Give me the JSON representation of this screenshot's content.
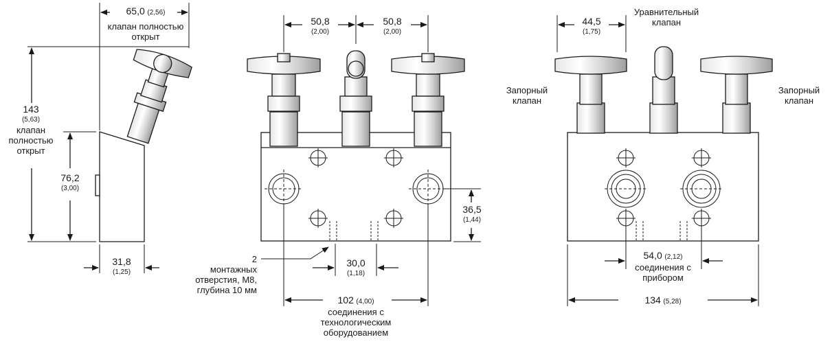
{
  "side_view": {
    "width_open": {
      "value": "65,0",
      "inch": "(2,56)",
      "note_line1": "клапан полностью",
      "note_line2": "открыт"
    },
    "height_open": {
      "value": "143",
      "inch": "(5,63)",
      "note_line1": "клапан",
      "note_line2": "полностью",
      "note_line3": "открыт"
    },
    "body_height": {
      "value": "76,2",
      "inch": "(3,00)"
    },
    "depth": {
      "value": "31,8",
      "inch": "(1,25)"
    }
  },
  "front_view": {
    "spacing_left": {
      "value": "50,8",
      "inch": "(2,00)"
    },
    "spacing_right": {
      "value": "50,8",
      "inch": "(2,00)"
    },
    "port_height": {
      "value": "36,5",
      "inch": "(1,44)"
    },
    "hole_spacing": {
      "value": "30,0",
      "inch": "(1,18)"
    },
    "mounting_note": {
      "line1": "2",
      "line2": "монтажных",
      "line3": "отверстия, М8,",
      "line4": "глубина 10 мм"
    },
    "process_conn": {
      "value": "102",
      "inch": "(4,00)",
      "line1": "соединения с",
      "line2": "технологическим",
      "line3": "оборудованием"
    }
  },
  "back_view": {
    "valve_spacing": {
      "value": "44,5",
      "inch": "(1,75)"
    },
    "equalizing_valve": {
      "line1": "Уравнительный",
      "line2": "клапан"
    },
    "block_valve_left": {
      "line1": "Запорный",
      "line2": "клапан"
    },
    "block_valve_right": {
      "line1": "Запорный",
      "line2": "клапан"
    },
    "instrument_conn": {
      "value": "54,0",
      "inch": "(2,12)",
      "line1": "соединения с",
      "line2": "прибором"
    },
    "overall_width": {
      "value": "134",
      "inch": "(5,28)"
    }
  },
  "colors": {
    "line": "#1a1a1a",
    "fill": "#ffffff",
    "shade": "#bdbdbd"
  }
}
